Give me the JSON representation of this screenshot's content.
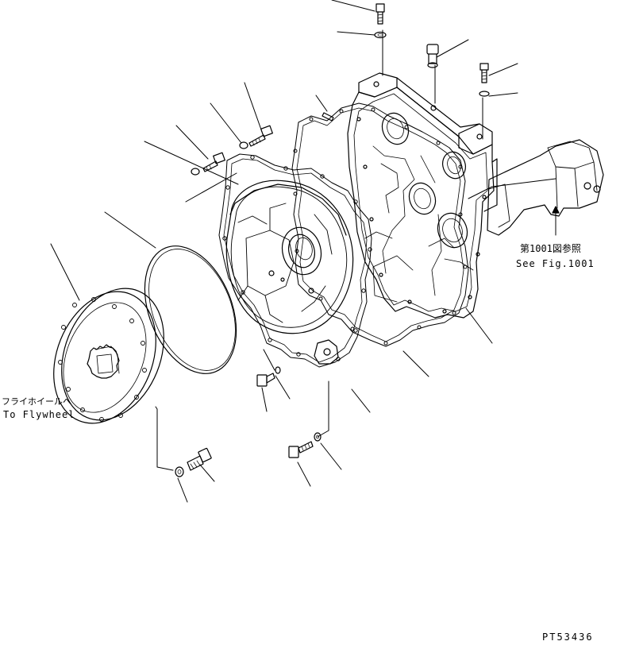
{
  "labels": {
    "flywheel_jp": "フライホイールへ",
    "flywheel_en": "To Flywheel",
    "figref_jp": "第1001図参照",
    "figref_en": "See Fig.1001",
    "drawing_code": "PT53436"
  },
  "colors": {
    "line": "#000000",
    "background": "#ffffff"
  }
}
